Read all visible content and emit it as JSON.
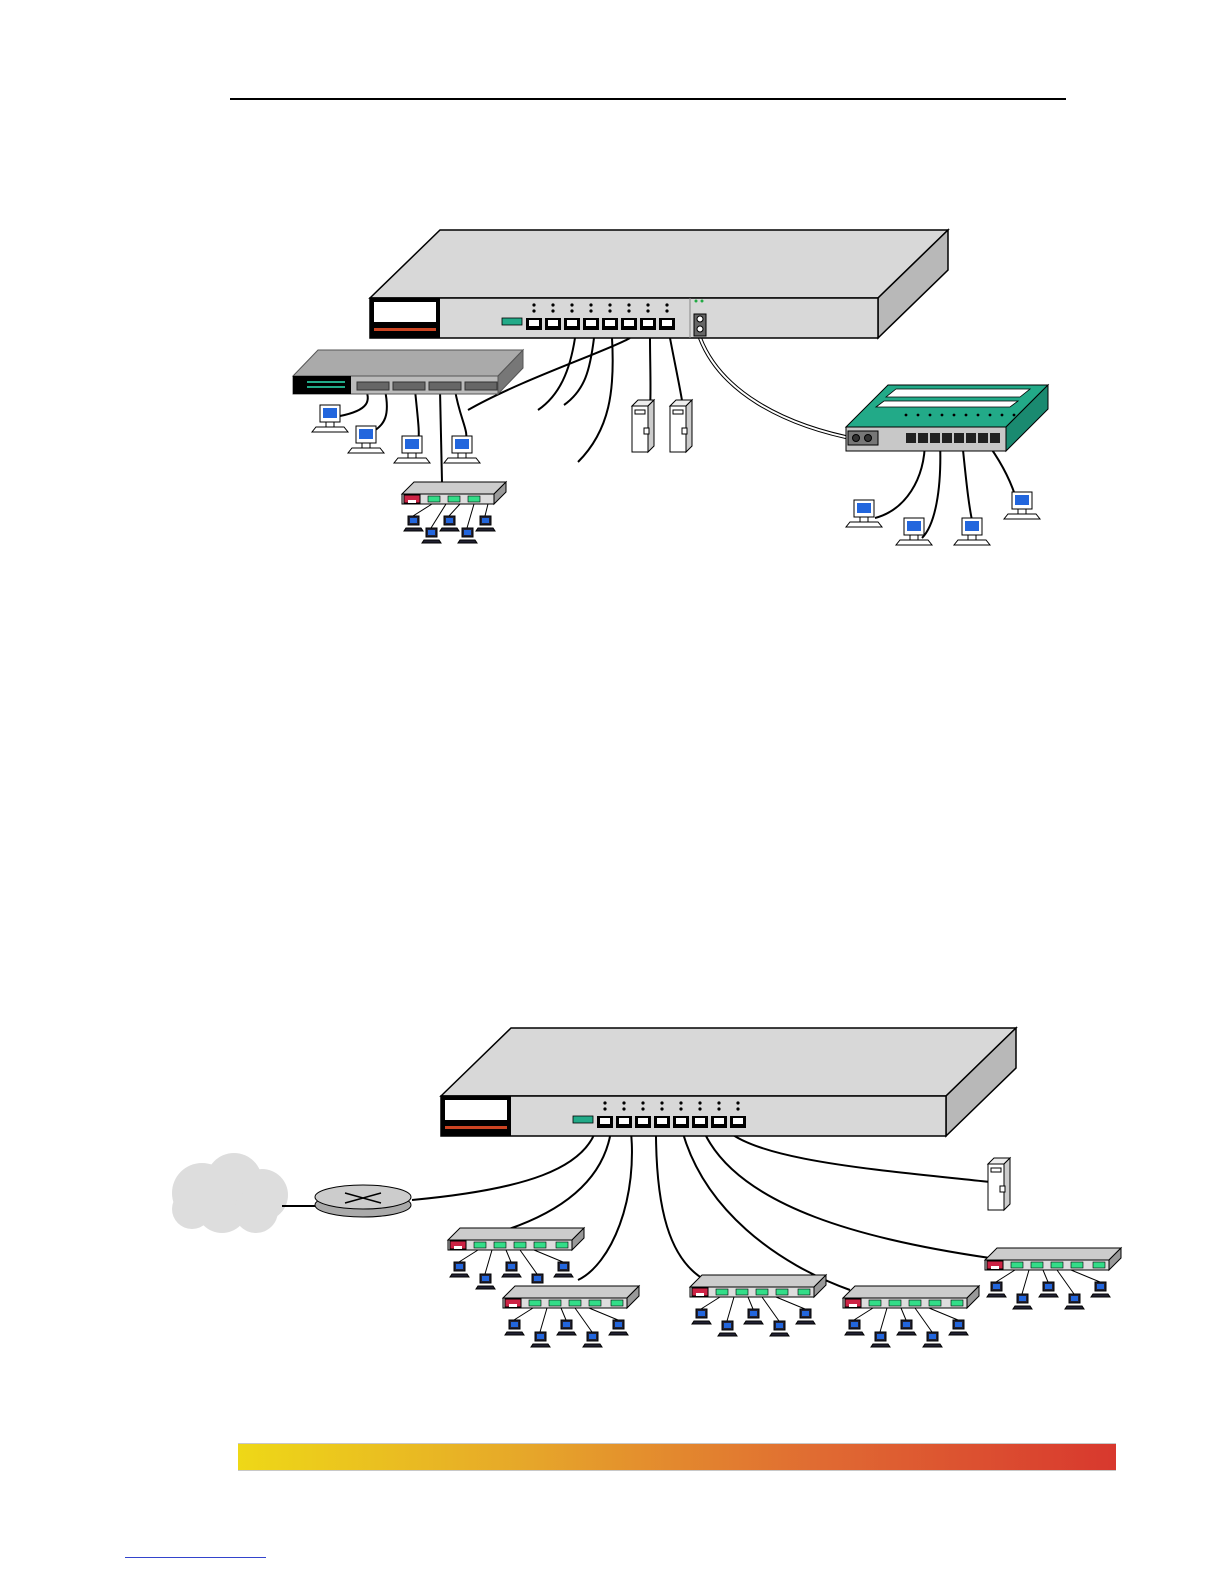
{
  "page": {
    "header_rule": true,
    "footer_gradient": [
      "#eed817",
      "#e6a62a",
      "#e06a32",
      "#d8382e"
    ],
    "footer_link_color": "#3344cc"
  },
  "diagrams": [
    {
      "id": "top",
      "main_switch_ports": 8,
      "fiber_ports": 1,
      "attached": {
        "rack_switch_pcs": 4,
        "mini_hub_pcs": 5,
        "servers": 2,
        "remote_switch_pcs": 4,
        "open_cables": 3
      },
      "colors": {
        "chassis": "#d8d8d8",
        "remote_switch": "#22aa88",
        "screen": "#2266dd",
        "hub_badge": "#cc2244"
      }
    },
    {
      "id": "bottom",
      "main_switch_ports": 8,
      "attached": {
        "router_to_cloud": 1,
        "hubs": 5,
        "pcs_per_hub": 5,
        "servers": 1
      },
      "colors": {
        "chassis": "#d8d8d8",
        "cloud": "#dddddd",
        "hub_badge": "#cc2244",
        "hub_port": "#33dd88"
      }
    }
  ]
}
